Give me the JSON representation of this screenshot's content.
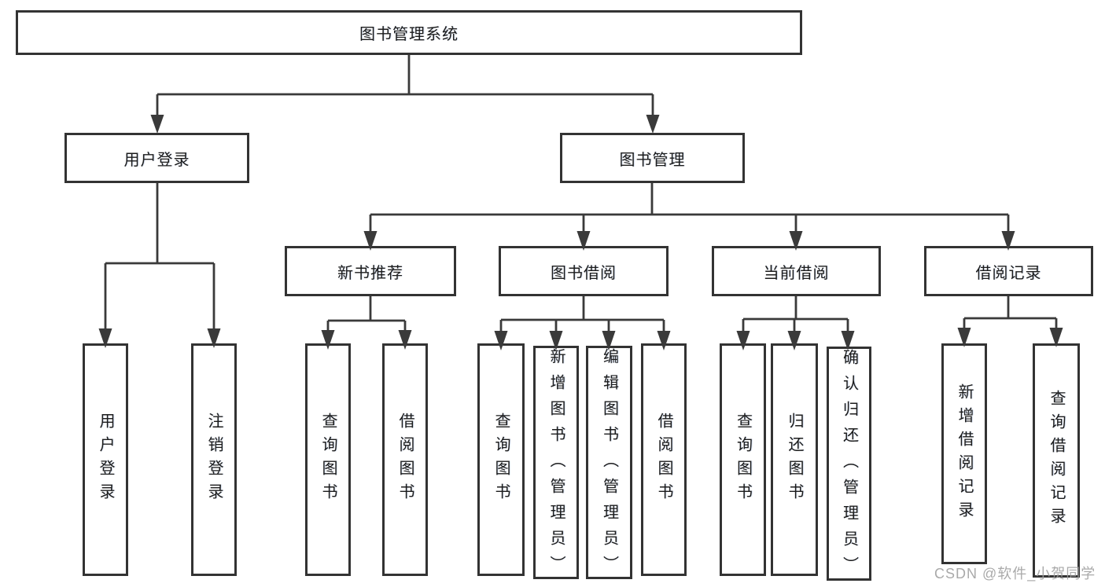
{
  "tree": {
    "root": {
      "label": "图书管理系统"
    },
    "branches": [
      {
        "label": "用户登录",
        "children": [
          {
            "label": "用户登录"
          },
          {
            "label": "注销登录"
          }
        ]
      },
      {
        "label": "图书管理",
        "children": [
          {
            "label": "新书推荐",
            "children": [
              {
                "label": "查询图书"
              },
              {
                "label": "借阅图书"
              }
            ]
          },
          {
            "label": "图书借阅",
            "children": [
              {
                "label": "查询图书"
              },
              {
                "label": "新增图书（管理员）"
              },
              {
                "label": "编辑图书（管理员）"
              },
              {
                "label": "借阅图书"
              }
            ]
          },
          {
            "label": "当前借阅",
            "children": [
              {
                "label": "查询图书"
              },
              {
                "label": "归还图书"
              },
              {
                "label": "确认归还（管理员）"
              }
            ]
          },
          {
            "label": "借阅记录",
            "children": [
              {
                "label": "新增借阅记录"
              },
              {
                "label": "查询借阅记录"
              }
            ]
          }
        ]
      }
    ]
  },
  "watermark": "CSDN @软件_小贺同学",
  "colors": {
    "line": "#3a3a3a",
    "box_border": "#333333",
    "box_fill": "#ffffff",
    "text": "#1c1c1c",
    "watermark": "#9e9e9e"
  }
}
